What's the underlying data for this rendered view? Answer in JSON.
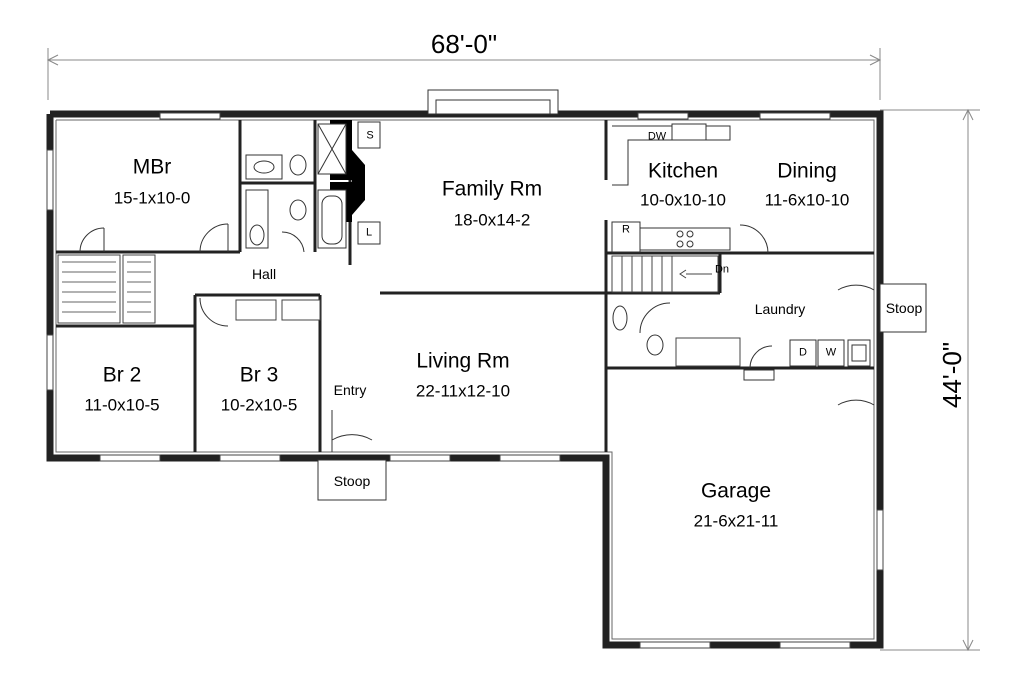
{
  "overall": {
    "width": "68'-0\"",
    "depth": "44'-0\""
  },
  "rooms": {
    "mbr": {
      "name": "MBr",
      "size": "15-1x10-0"
    },
    "family": {
      "name": "Family Rm",
      "size": "18-0x14-2"
    },
    "kitchen": {
      "name": "Kitchen",
      "size": "10-0x10-10"
    },
    "dining": {
      "name": "Dining",
      "size": "11-6x10-10"
    },
    "br2": {
      "name": "Br 2",
      "size": "11-0x10-5"
    },
    "br3": {
      "name": "Br 3",
      "size": "10-2x10-5"
    },
    "living": {
      "name": "Living Rm",
      "size": "22-11x12-10"
    },
    "garage": {
      "name": "Garage",
      "size": "21-6x21-11"
    }
  },
  "labels": {
    "hall": "Hall",
    "laundry": "Laundry",
    "entry": "Entry",
    "stoop_front": "Stoop",
    "stoop_side": "Stoop",
    "dn": "Dn",
    "dw": "DW",
    "s": "S",
    "l": "L",
    "r": "R",
    "d": "D",
    "w": "W"
  }
}
